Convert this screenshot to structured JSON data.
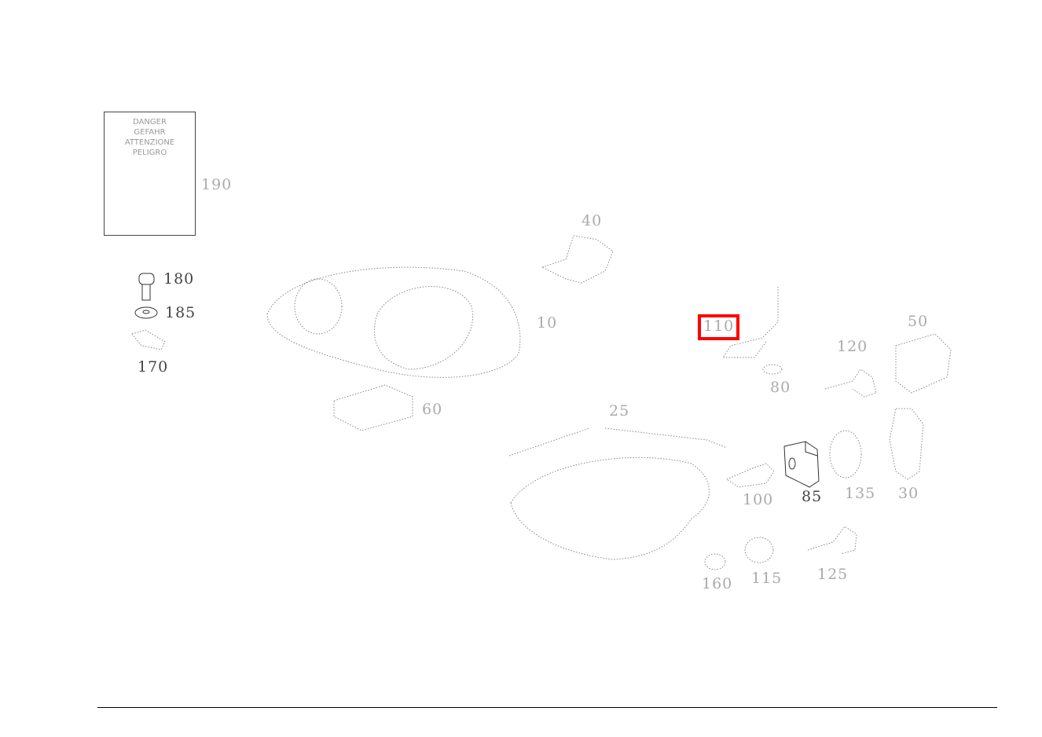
{
  "diagram": {
    "warning_label": {
      "text": "DANGER\nGEFAHR\nATTENZIONE\nPELIGRO",
      "part_no": "190"
    },
    "callouts": [
      {
        "id": "180",
        "style": "dark"
      },
      {
        "id": "185",
        "style": "dark"
      },
      {
        "id": "170",
        "style": "dark"
      },
      {
        "id": "10",
        "style": "light"
      },
      {
        "id": "60",
        "style": "light"
      },
      {
        "id": "40",
        "style": "light"
      },
      {
        "id": "110",
        "style": "light",
        "highlighted": true
      },
      {
        "id": "80",
        "style": "light"
      },
      {
        "id": "120",
        "style": "light"
      },
      {
        "id": "50",
        "style": "light"
      },
      {
        "id": "25",
        "style": "light"
      },
      {
        "id": "100",
        "style": "light"
      },
      {
        "id": "85",
        "style": "dark"
      },
      {
        "id": "135",
        "style": "light"
      },
      {
        "id": "30",
        "style": "light"
      },
      {
        "id": "160",
        "style": "light"
      },
      {
        "id": "115",
        "style": "light"
      },
      {
        "id": "125",
        "style": "light"
      }
    ],
    "highlight_color": "#ff0000"
  }
}
